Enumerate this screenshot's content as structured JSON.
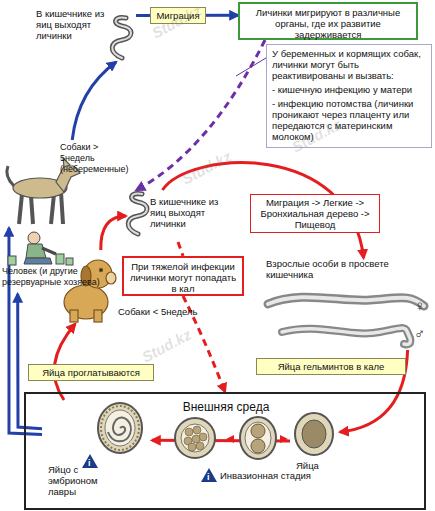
{
  "diagram": {
    "nodes": [
      {
        "text": [
          "В кишечнике из яиц выходят личинки"
        ]
      },
      {
        "text": [
          "Личинки мигрируют в различные органы, где их развитие задерживается"
        ]
      },
      {
        "text": [
          "У беременных и кормящих собак, личинки могут быть реактивированы и вызвать:",
          "- кишечную инфекцию у матери",
          "- инфекцию потомства (личинки проникают через плаценту или передаются с материнским молоком)"
        ]
      },
      {
        "text": [
          "Собаки > 5недель (небеременные)"
        ]
      },
      {
        "text": [
          "В кишечнике из яиц выходят личинки"
        ]
      },
      {
        "text": [
          "Человек (и другие резервуарные хозяева)"
        ]
      },
      {
        "text": [
          "При тяжелой инфекции личинки могут попадать в кал"
        ]
      },
      {
        "text": [
          "Собаки < 5недель"
        ]
      },
      {
        "text": [
          "Взрослые особи в просвете кишечника"
        ]
      },
      {
        "text": [
          "Внешняя среда"
        ]
      },
      {
        "text": [
          "Яйцо с эмбрионом лавры"
        ],
        "in": 9
      },
      {
        "text": [
          "Яйца"
        ],
        "in": 9
      }
    ],
    "edges": [
      {
        "from": 0,
        "to": 1,
        "arrow": "to",
        "label": "Миграция"
      },
      {
        "from": 1,
        "to": 4,
        "arrow": "to"
      },
      {
        "from": 3,
        "to": 0,
        "arrow": "to"
      },
      {
        "from": 10,
        "to": 5,
        "arrow": "to"
      },
      {
        "from": 10,
        "to": 3,
        "arrow": "to"
      },
      {
        "from": 10,
        "to": 7,
        "arrow": "to",
        "label": "Яйца проглатываются"
      },
      {
        "from": 7,
        "to": 4,
        "arrow": "to"
      },
      {
        "from": 4,
        "to": 8,
        "arrow": "to",
        "label": "Миграция -> Легкие -> Бронхиальная дерево -> Пищевод"
      },
      {
        "from": 8,
        "to": 11,
        "arrow": "to",
        "label": "Яйца гельминтов в кале"
      },
      {
        "from": 11,
        "to": 10,
        "arrow": "to"
      },
      {
        "from": 4,
        "to": 6,
        "arrow": "none"
      },
      {
        "from": 6,
        "to": 9,
        "arrow": "to"
      }
    ],
    "labels": [
      "♀",
      "♂",
      "i",
      "i",
      "Stud.kz",
      "Stud.kz",
      "Stud.kz",
      "Stud.kz"
    ],
    "legend": [
      {
        "text": "Инвазионная стадия"
      }
    ]
  }
}
